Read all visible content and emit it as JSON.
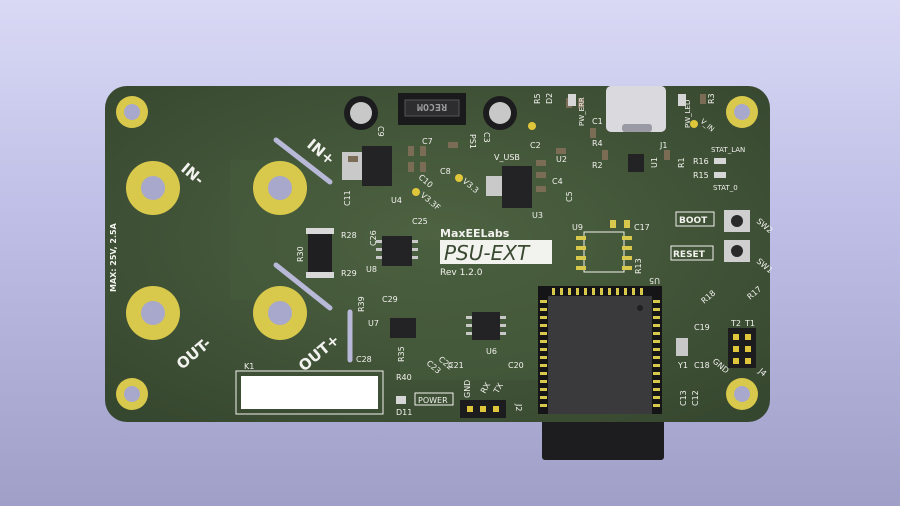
{
  "board": {
    "brand": "MaxEELabs",
    "name": "PSU-EXT",
    "revision": "Rev 1.2.0",
    "rating": "MAX: 25V, 2.5A"
  },
  "terminals": {
    "in_minus": "IN-",
    "in_plus": "IN+",
    "out_minus": "OUT-",
    "out_plus": "OUT+"
  },
  "buttons": {
    "boot": "BOOT",
    "reset": "RESET"
  },
  "uart_header": {
    "gnd": "GND",
    "rx": "RX",
    "tx": "TX",
    "ref": "J2"
  },
  "test_points": {
    "v_usb": "V_USB",
    "v3_3": "V3.3",
    "v3_3f": "V3.3F",
    "v_in": "V_IN"
  },
  "leds": {
    "power": "POWER",
    "pw_err": "PW_ERR",
    "pw_led": "PW_LED",
    "stat_lan": "STAT_LAN",
    "stat_0": "STAT_0"
  },
  "modules": {
    "recom": "RECOM",
    "u5": "U5",
    "k1": "K1"
  },
  "refs": {
    "PS1": "PS1",
    "C9": "C9",
    "C7": "C7",
    "C8": "C8",
    "C10": "C10",
    "C11": "C11",
    "U4": "U4",
    "C2": "C2",
    "C3": "C3",
    "U2": "U2",
    "U3": "U3",
    "C4": "C4",
    "C5": "C5",
    "C1": "C1",
    "R4": "R4",
    "R5": "R5",
    "D2": "D2",
    "J1": "J1",
    "R3": "R3",
    "R1": "R1",
    "R2": "R2",
    "U1": "U1",
    "R16": "R16",
    "R15": "R15",
    "SW2": "SW2",
    "SW1": "SW1",
    "U9": "U9",
    "C17": "C17",
    "R13": "R13",
    "C25": "C25",
    "C26": "C26",
    "U8": "U8",
    "R28": "R28",
    "R29": "R29",
    "R30": "R30",
    "R39": "R39",
    "C29": "C29",
    "U7": "U7",
    "C28": "C28",
    "R35": "R35",
    "C22": "C22",
    "C23": "C23",
    "C21": "C21",
    "U6": "U6",
    "C20": "C20",
    "R40": "R40",
    "D11": "D11",
    "R18": "R18",
    "R17": "R17",
    "C19": "C19",
    "Y1": "Y1",
    "C18": "C18",
    "C13": "C13",
    "C12": "C12",
    "J4": "J4",
    "J4_GND": "GND",
    "T2": "T2",
    "T1": "T1"
  },
  "colors": {
    "background": "#bdbde6",
    "pcb": "#3f5236",
    "silkscreen": "#f2f2ee",
    "copper_pad": "#d8c84c",
    "hole": "#a8a8cc",
    "ic_body": "#2a2a2c",
    "sd_card": "#1d1d20"
  }
}
